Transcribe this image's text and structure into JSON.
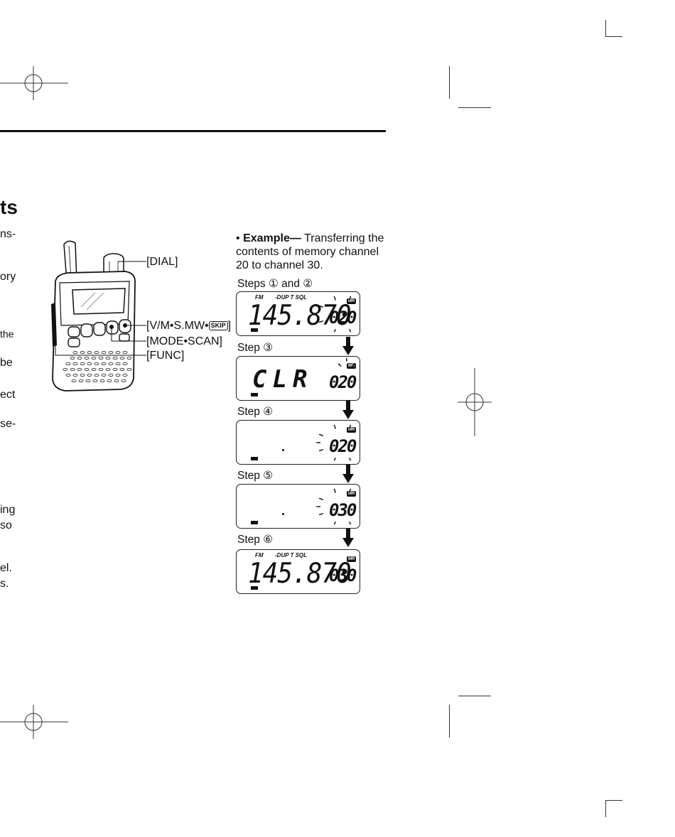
{
  "heading_fragment": "ts",
  "left_column_fragments": [
    "ns-",
    "ory",
    "the",
    "be",
    "ect",
    "se-",
    "ing",
    "so",
    "el.",
    "s."
  ],
  "callouts": {
    "dial": "[DIAL]",
    "vm_prefix": "[V/M•S.MW•",
    "vm_skip": "SKIP",
    "vm_suffix": "]",
    "mode_scan": "[MODE•SCAN]",
    "func": "[FUNC]"
  },
  "example": {
    "bullet": "•",
    "label": "Example—",
    "text_line1": "Transferring the",
    "text_line2": "contents of memory channel",
    "text_line3": "20 to channel 30."
  },
  "steps": [
    {
      "label": "Steps ① and ②",
      "mode": "FM",
      "indicators": "-DUP T SQL",
      "main": "145.870",
      "channel": "020",
      "badge": "MR"
    },
    {
      "label": "Step ③",
      "main": "CLR",
      "channel": "020",
      "badge": "MR"
    },
    {
      "label": "Step ④",
      "channel": "020",
      "badge": "MR"
    },
    {
      "label": "Step ⑤",
      "channel": "030",
      "badge": "MR"
    },
    {
      "label": "Step ⑥",
      "mode": "FM",
      "indicators": "-DUP T SQL",
      "main": "145.870",
      "channel": "030",
      "badge": "MR"
    }
  ],
  "icons": [
    "crop-mark",
    "registration-mark",
    "down-arrow-icon",
    "battery-icon",
    "transceiver-illustration"
  ]
}
